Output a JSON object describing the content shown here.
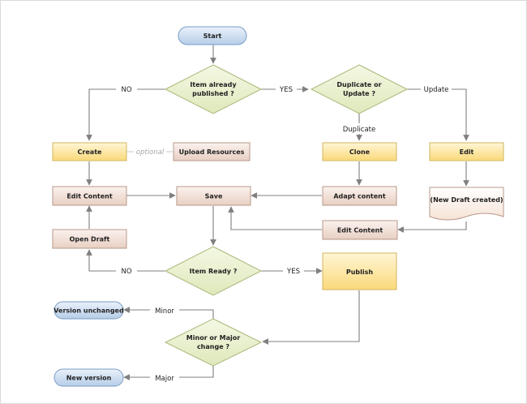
{
  "nodes": {
    "start": "Start",
    "q_published": [
      "Item already",
      "published ?"
    ],
    "q_duplicate": [
      "Duplicate or",
      "Update ?"
    ],
    "create": "Create",
    "upload": "Upload Resources",
    "clone": "Clone",
    "edit": "Edit",
    "edit_content_left": "Edit Content",
    "save": "Save",
    "adapt": "Adapt content",
    "new_draft": "(New Draft created)",
    "open_draft": "Open Draft",
    "edit_content_right": "Edit Content",
    "q_ready": "Item Ready ?",
    "publish": "Publish",
    "version_unchanged": "Version unchanged",
    "q_minor_major": [
      "Minor or Major",
      "change ?"
    ],
    "new_version": "New version"
  },
  "edge_labels": {
    "no_top": "NO",
    "yes_top": "YES",
    "update": "Update",
    "duplicate": "Duplicate",
    "optional": "optional",
    "no_bottom": "NO",
    "yes_bottom": "YES",
    "minor": "Minor",
    "major": "Major"
  },
  "colors": {
    "terminal_fill": "#c5d9ee",
    "terminal_stroke": "#7a9cc4",
    "decision_fill": "#e9f0cf",
    "decision_stroke": "#a9b97a",
    "action_fill": "#fde9a8",
    "action_stroke": "#d0b560",
    "process_fill": "#f1ddd3",
    "process_stroke": "#b79a8b",
    "line": "#7f7f7f"
  }
}
